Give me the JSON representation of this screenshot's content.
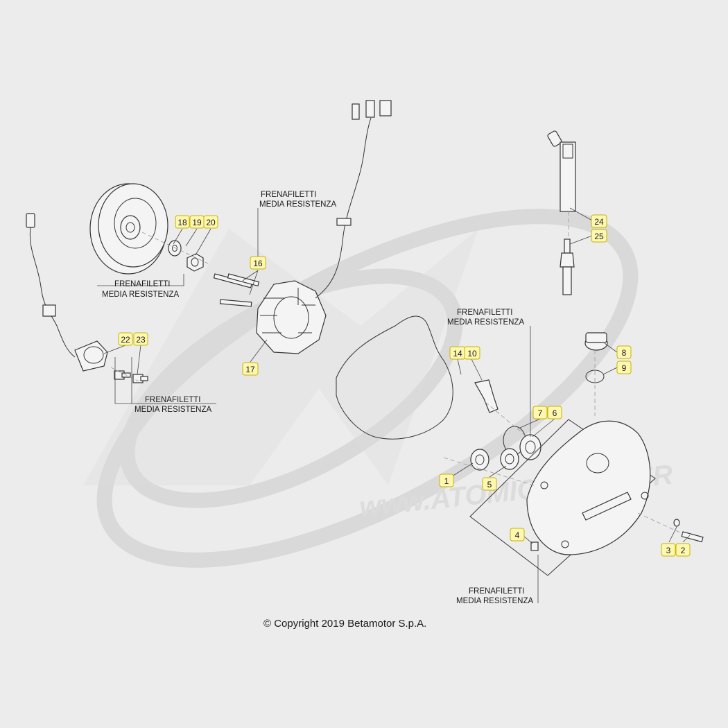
{
  "callouts": {
    "c1": "1",
    "c2": "2",
    "c3": "3",
    "c4": "4",
    "c5": "5",
    "c6": "6",
    "c7": "7",
    "c8": "8",
    "c9": "9",
    "c10": "10",
    "c14": "14",
    "c16": "16",
    "c17": "17",
    "c18": "18",
    "c19": "19",
    "c20": "20",
    "c22": "22",
    "c23": "23",
    "c24": "24",
    "c25": "25"
  },
  "notes": {
    "line1": "FRENAFILETTI",
    "line2": "MEDIA RESISTENZA"
  },
  "copyright": "© Copyright 2019 Betamotor S.p.A.",
  "watermark": "www.ATOMIC-MOTO.FR",
  "colors": {
    "callout_fill": "#fdf7b0",
    "callout_stroke": "#c8b400",
    "background": "#ececec"
  }
}
